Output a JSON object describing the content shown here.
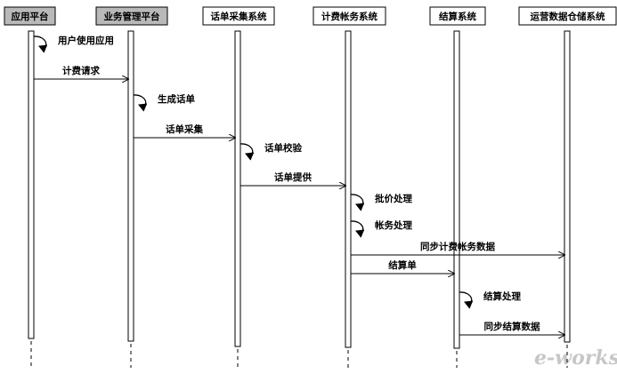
{
  "participants": [
    {
      "id": "app",
      "label": "应用平台",
      "shaded": true
    },
    {
      "id": "biz",
      "label": "业务管理平台",
      "shaded": true
    },
    {
      "id": "cdr",
      "label": "话单采集系统",
      "shaded": false
    },
    {
      "id": "bill",
      "label": "计费帐务系统",
      "shaded": false
    },
    {
      "id": "settle",
      "label": "结算系统",
      "shaded": false
    },
    {
      "id": "dw",
      "label": "运营数据仓储系统",
      "shaded": false
    }
  ],
  "messages": [
    {
      "type": "self",
      "on": "app",
      "label": "用户使用应用"
    },
    {
      "type": "call",
      "from": "app",
      "to": "biz",
      "label": "计费请求"
    },
    {
      "type": "self",
      "on": "biz",
      "label": "生成话单"
    },
    {
      "type": "call",
      "from": "biz",
      "to": "cdr",
      "label": "话单采集"
    },
    {
      "type": "self",
      "on": "cdr",
      "label": "话单校验"
    },
    {
      "type": "call",
      "from": "cdr",
      "to": "bill",
      "label": "话单提供"
    },
    {
      "type": "self",
      "on": "bill",
      "label": "批价处理"
    },
    {
      "type": "self",
      "on": "bill",
      "label": "帐务处理"
    },
    {
      "type": "call",
      "from": "bill",
      "to": "dw",
      "label": "同步计费帐务数据"
    },
    {
      "type": "call",
      "from": "bill",
      "to": "settle",
      "label": "结算单"
    },
    {
      "type": "self",
      "on": "settle",
      "label": "结算处理"
    },
    {
      "type": "call",
      "from": "settle",
      "to": "dw",
      "label": "同步结算数据"
    }
  ],
  "watermark": {
    "logo": "e-works",
    "sub": "e-works"
  },
  "colors": {
    "shaded_header": "#b9b9b9",
    "line": "#000000"
  }
}
